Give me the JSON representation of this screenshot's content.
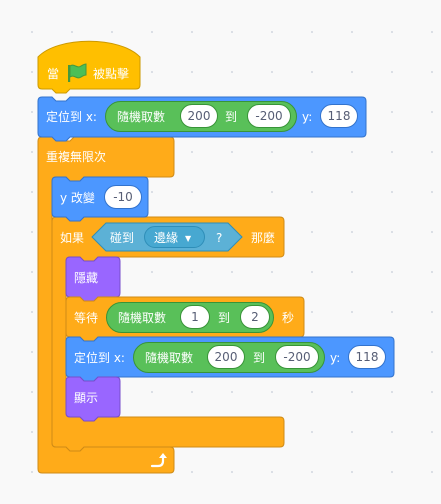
{
  "colors": {
    "events": "#ffbf00",
    "control": "#ffab19",
    "motion": "#4c97ff",
    "operators": "#59c059",
    "looks": "#9966ff",
    "sensing": "#5cb1d6",
    "flag": "#4cbf56"
  },
  "script": {
    "hat": {
      "prefix": "當",
      "icon": "green-flag-icon",
      "suffix": "被點擊"
    },
    "goto1": {
      "label": "定位到 x:",
      "random": {
        "label": "隨機取數",
        "from": "200",
        "to_label": "到",
        "to": "-200"
      },
      "y_label": "y:",
      "y_value": "118"
    },
    "forever": {
      "label": "重複無限次",
      "end_icon": "loop-arrow-icon"
    },
    "change_y": {
      "label": "y 改變",
      "value": "-10"
    },
    "if_block": {
      "label": "如果",
      "then_label": "那麼",
      "condition": {
        "label": "碰到",
        "menu_value": "邊緣",
        "menu_icon": "dropdown-arrow-icon",
        "suffix": "?"
      }
    },
    "hide": {
      "label": "隱藏"
    },
    "wait": {
      "label": "等待",
      "random": {
        "label": "隨機取數",
        "from": "1",
        "to_label": "到",
        "to": "2"
      },
      "unit": "秒"
    },
    "goto2": {
      "label": "定位到 x:",
      "random": {
        "label": "隨機取數",
        "from": "200",
        "to_label": "到",
        "to": "-200"
      },
      "y_label": "y:",
      "y_value": "118"
    },
    "show": {
      "label": "顯示"
    }
  }
}
